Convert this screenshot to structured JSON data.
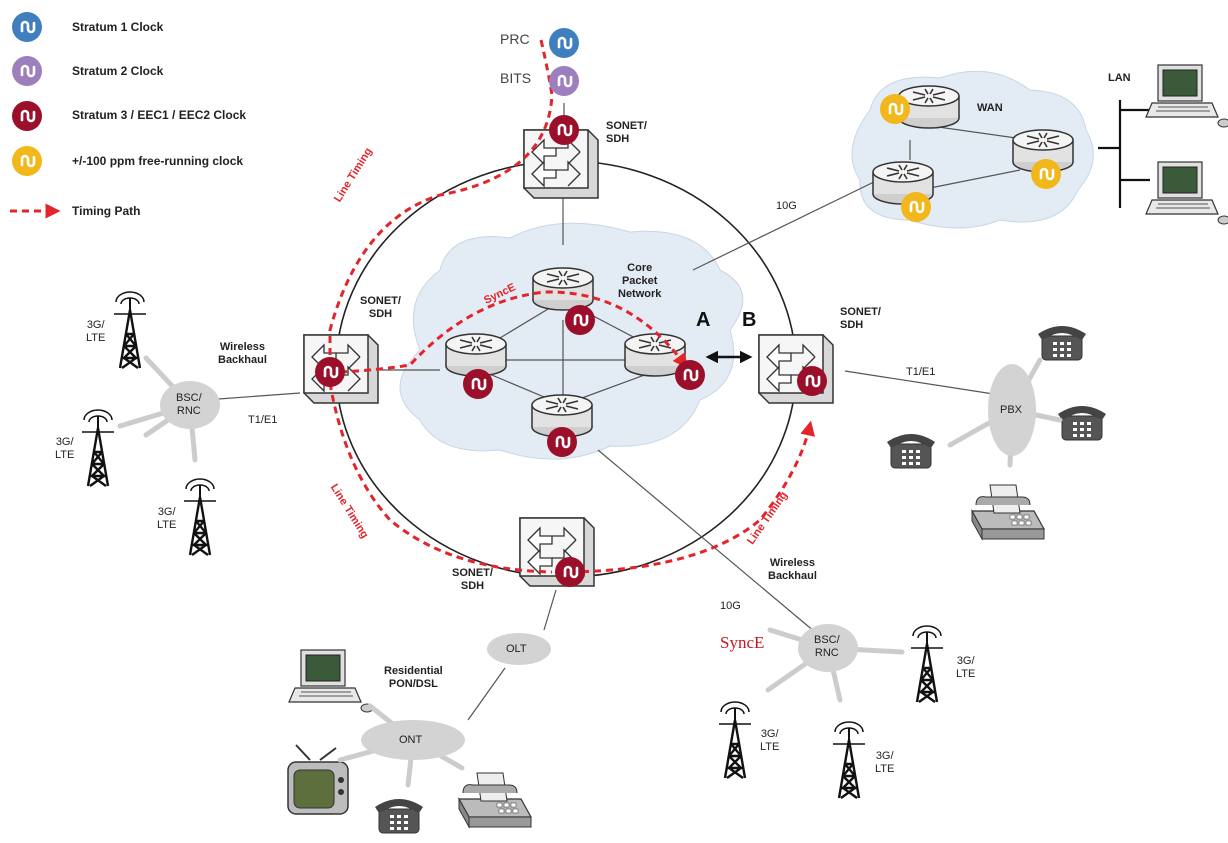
{
  "legend": [
    {
      "label": "Stratum 1 Clock",
      "icon": "stratum-1-clock-icon",
      "color": "#3f7fc0"
    },
    {
      "label": "Stratum 2 Clock",
      "icon": "stratum-2-clock-icon",
      "color": "#9d7fbd"
    },
    {
      "label": "Stratum 3 / EEC1 / EEC2 Clock",
      "icon": "stratum-3-clock-icon",
      "color": "#9b0f2a"
    },
    {
      "label": "+/-100 ppm free-running clock",
      "icon": "free-running-clock-icon",
      "color": "#f2b71b"
    },
    {
      "label": "Timing Path",
      "icon": "timing-path-arrow-icon",
      "color": "#e3242b"
    }
  ],
  "labels": {
    "prc": "PRC",
    "bits": "BITS",
    "sonet_top": "SONET/\nSDH",
    "sonet_left": "SONET/\nSDH",
    "sonet_right": "SONET/\nSDH",
    "sonet_bottom": "SONET/\nSDH",
    "core": "Core\nPacket\nNetwork",
    "point_a": "A",
    "point_b": "B",
    "wan": "WAN",
    "lan": "LAN",
    "link_10g_top": "10G",
    "link_10g_bottom": "10G",
    "wireless_backhaul_left": "Wireless\nBackhaul",
    "wireless_backhaul_right": "Wireless\nBackhaul",
    "t1e1_left": "T1/E1",
    "t1e1_right": "T1/E1",
    "bsc_left": "BSC/\nRNC",
    "bsc_right": "BSC/\nRNC",
    "pbx": "PBX",
    "olt": "OLT",
    "ont": "ONT",
    "residential": "Residential\nPON/DSL",
    "lte": "3G/\nLTE",
    "line_timing": "Line Timing",
    "synce": "SyncE",
    "synce_bottom": "SyncE"
  }
}
